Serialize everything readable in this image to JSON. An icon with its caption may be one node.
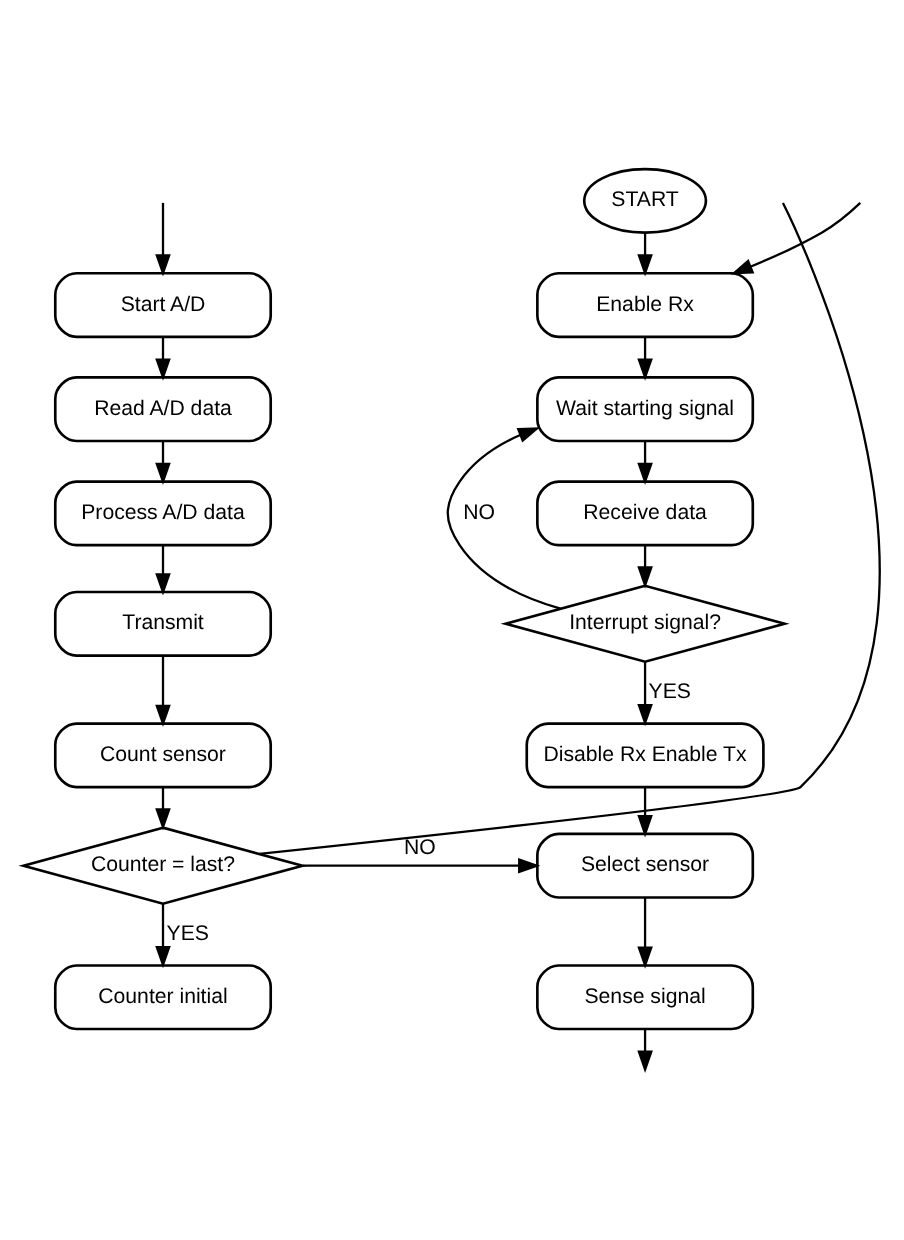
{
  "diagram": {
    "nodes": [
      {
        "text": [
          "START"
        ]
      },
      {
        "text": [
          "Enable Rx"
        ]
      },
      {
        "text": [
          "Wait starting signal"
        ]
      },
      {
        "text": [
          "Receive data"
        ]
      },
      {
        "text": [
          "Interrupt signal?"
        ]
      },
      {
        "text": [
          "Disable Rx Enable Tx"
        ]
      },
      {
        "text": [
          "Select sensor"
        ]
      },
      {
        "text": [
          "Sense signal"
        ]
      },
      {
        "text": [
          "Start A/D"
        ]
      },
      {
        "text": [
          "Read A/D data"
        ]
      },
      {
        "text": [
          "Process A/D data"
        ]
      },
      {
        "text": [
          "Transmit"
        ]
      },
      {
        "text": [
          "Count sensor"
        ]
      },
      {
        "text": [
          "Counter = last?"
        ]
      },
      {
        "text": [
          "Counter initial"
        ]
      }
    ],
    "edges": [
      {
        "from": 0,
        "to": 1,
        "arrow": "to"
      },
      {
        "from": 1,
        "to": 2,
        "arrow": "to"
      },
      {
        "from": 2,
        "to": 3,
        "arrow": "to"
      },
      {
        "from": 3,
        "to": 4,
        "arrow": "to"
      },
      {
        "from": 4,
        "to": 2,
        "arrow": "to",
        "label": "NO"
      },
      {
        "from": 4,
        "to": 5,
        "arrow": "to",
        "label": "YES"
      },
      {
        "from": 5,
        "to": 6,
        "arrow": "to"
      },
      {
        "from": 6,
        "to": 7,
        "arrow": "to"
      },
      {
        "from": 7,
        "to": null,
        "arrow": "to"
      },
      {
        "from": null,
        "to": 8,
        "arrow": "to"
      },
      {
        "from": 8,
        "to": 9,
        "arrow": "to"
      },
      {
        "from": 9,
        "to": 10,
        "arrow": "to"
      },
      {
        "from": 10,
        "to": 11,
        "arrow": "to"
      },
      {
        "from": 11,
        "to": 12,
        "arrow": "to"
      },
      {
        "from": 12,
        "to": 13,
        "arrow": "to"
      },
      {
        "from": 13,
        "to": 6,
        "arrow": "to",
        "label": "NO"
      },
      {
        "from": 13,
        "to": 14,
        "arrow": "to",
        "label": "YES"
      },
      {
        "from": 13,
        "to": null,
        "arrow": "none"
      },
      {
        "from": null,
        "to": 1,
        "arrow": "to"
      }
    ]
  }
}
